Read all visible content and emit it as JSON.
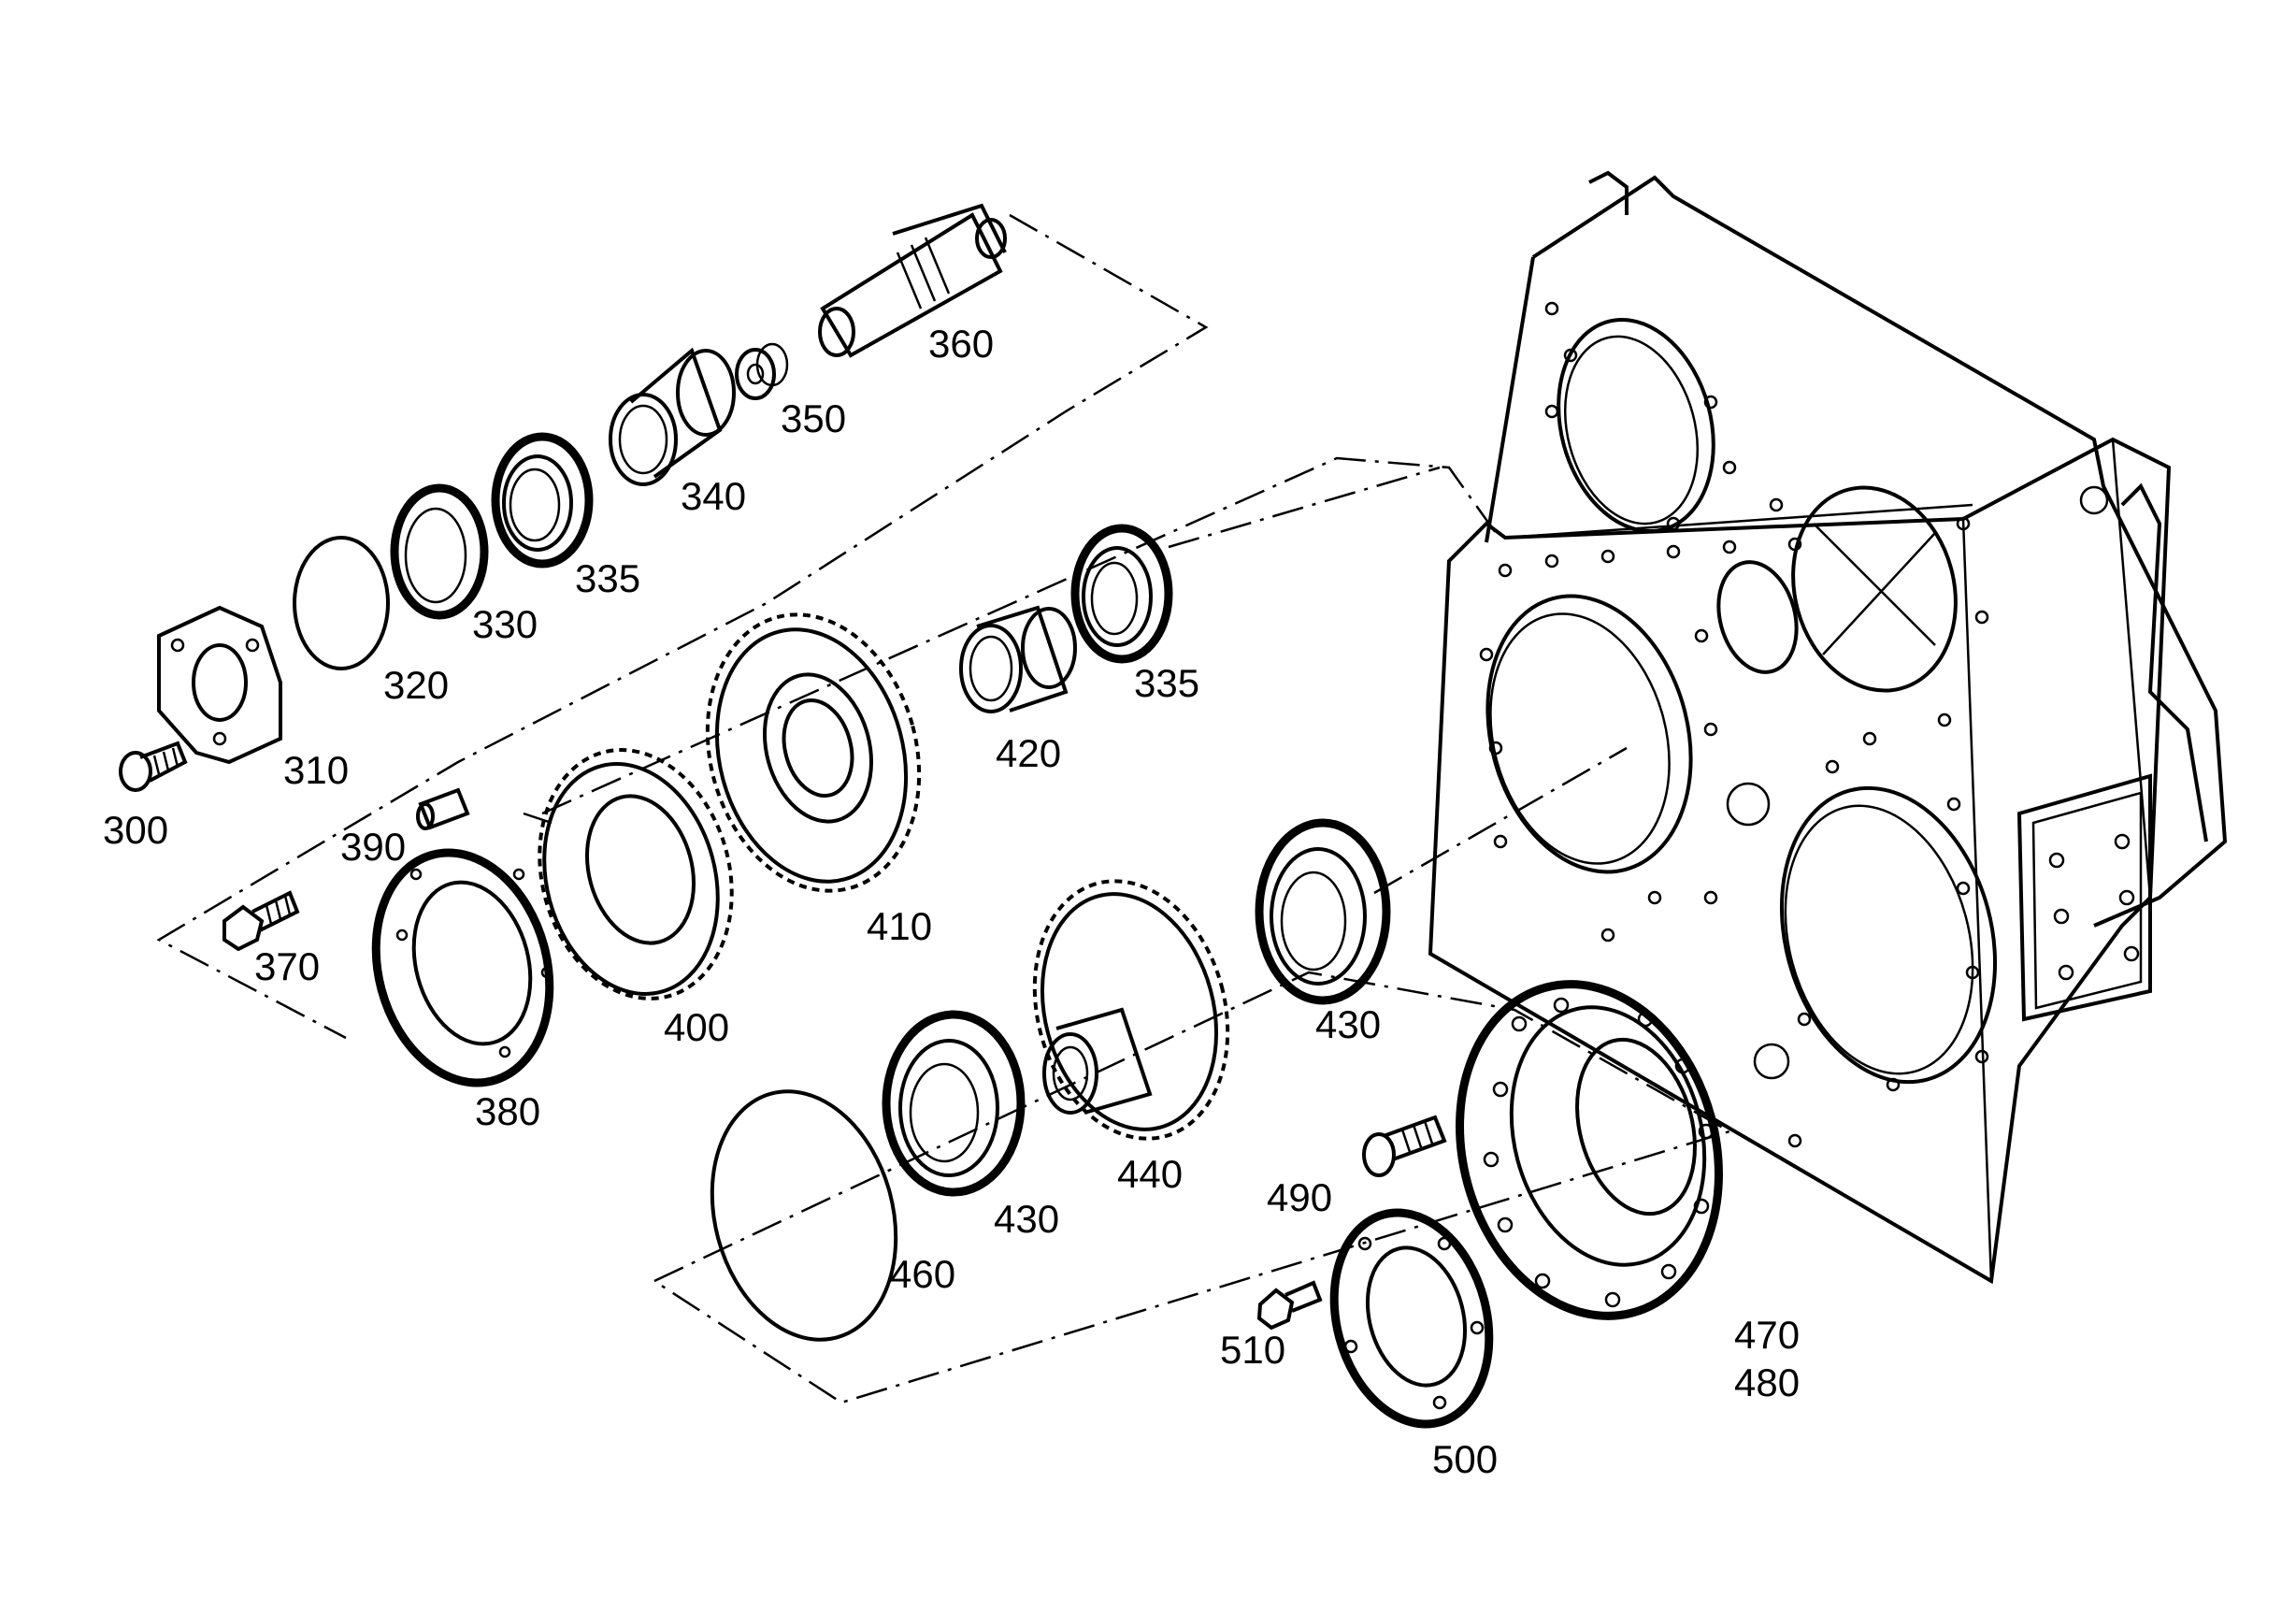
{
  "drawing": {
    "labels": {
      "p300": "300",
      "p310": "310",
      "p320": "320",
      "p330": "330",
      "p335a": "335",
      "p335b": "335",
      "p340": "340",
      "p350": "350",
      "p360": "360",
      "p370": "370",
      "p380": "380",
      "p390": "390",
      "p400": "400",
      "p410": "410",
      "p420": "420",
      "p430a": "430",
      "p430b": "430",
      "p440": "440",
      "p460": "460",
      "p470": "470",
      "p480": "480",
      "p490": "490",
      "p500": "500",
      "p510": "510"
    }
  }
}
